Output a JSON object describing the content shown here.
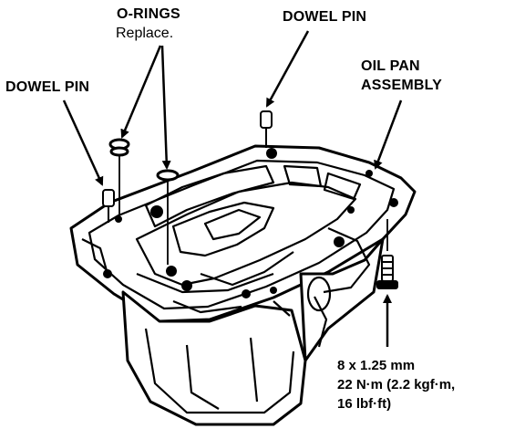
{
  "labels": {
    "o_rings": "O-RINGS",
    "o_rings_note": "Replace.",
    "dowel_pin_top": "DOWEL PIN",
    "dowel_pin_left": "DOWEL PIN",
    "oil_pan_line1": "OIL PAN",
    "oil_pan_line2": "ASSEMBLY",
    "bolt_spec_line1": "8 x 1.25 mm",
    "bolt_spec_line2": "22 N·m (2.2 kgf·m,",
    "bolt_spec_line3": "16 lbf·ft)"
  },
  "colors": {
    "ink": "#000000",
    "paper": "#ffffff"
  }
}
